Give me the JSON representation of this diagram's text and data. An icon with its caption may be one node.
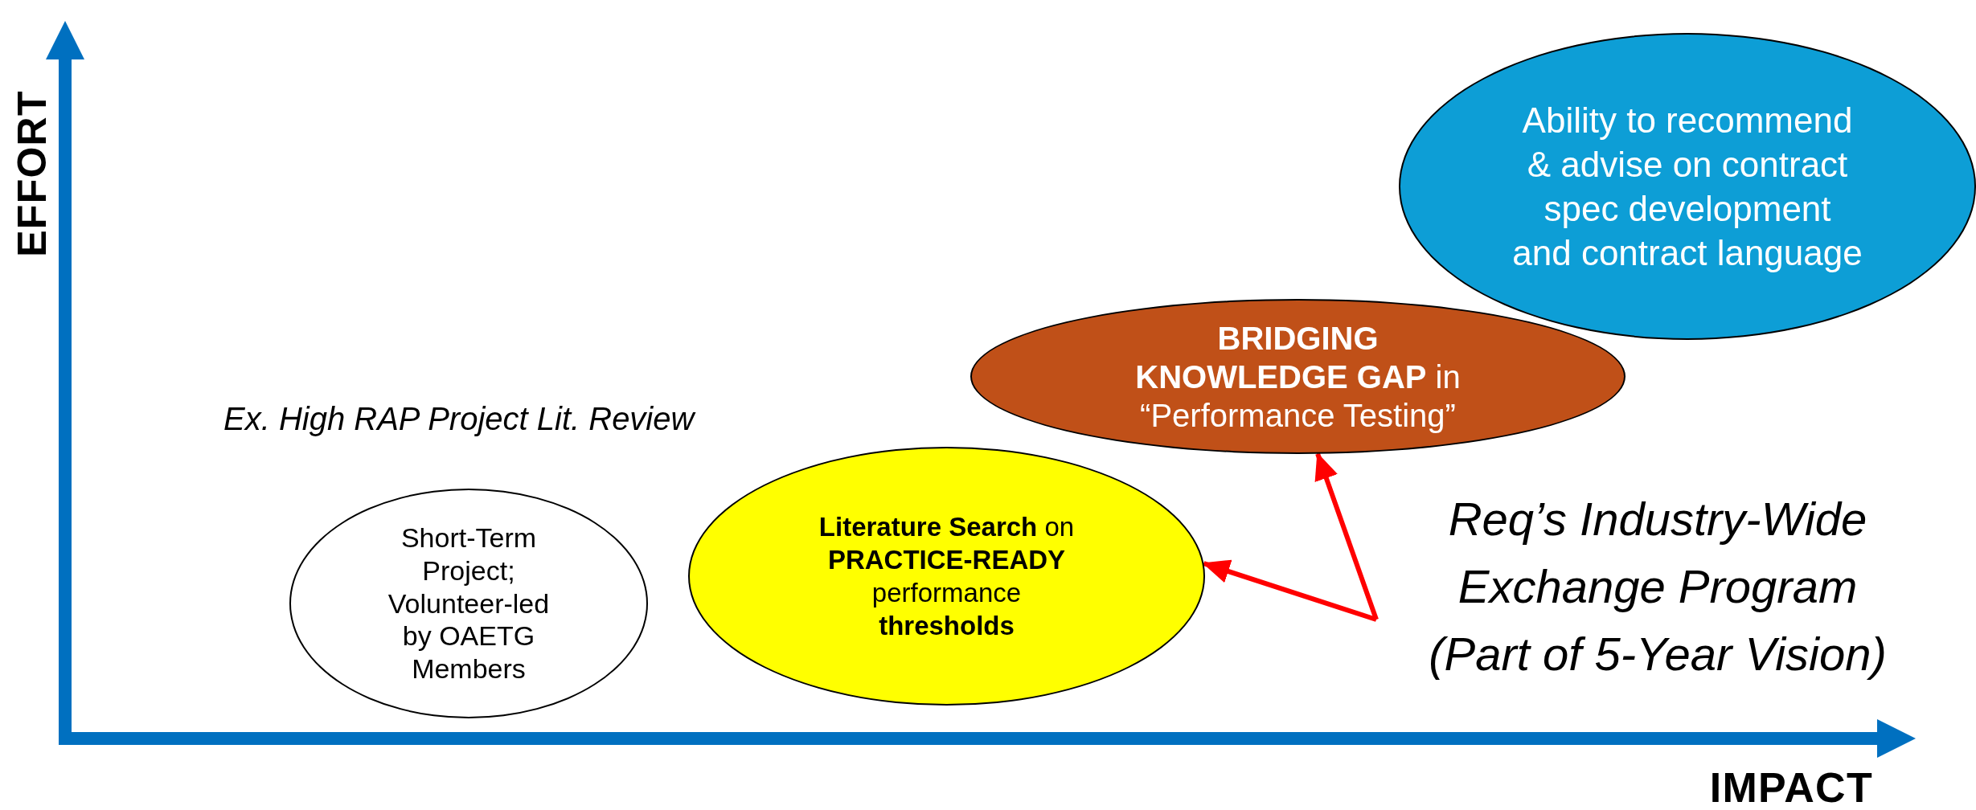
{
  "diagram": {
    "nodes": [
      {
        "text": [
          "Short-Term Project; Volunteer-led by OAETG Members"
        ]
      },
      {
        "text": [
          "**Literature Search** on **PRACTICE-READY** performance **thresholds**"
        ]
      },
      {
        "text": [
          "**BRIDGING KNOWLEDGE GAP** in “Performance Testing”"
        ]
      },
      {
        "text": [
          "Ability to recommend & advise on contract spec development and contract language"
        ]
      },
      {
        "text": [
          "Req’s Industry-Wide Exchange Program (Part of 5-Year Vision)"
        ]
      }
    ],
    "edges": [
      {
        "from": 4,
        "to": 1,
        "arrow": "to",
        "color": "#ff0000"
      },
      {
        "from": 4,
        "to": 2,
        "arrow": "to",
        "color": "#ff0000"
      }
    ],
    "labels": [
      "EFFORT",
      "Ex. High RAP Project Lit. Review",
      "IMPACT"
    ]
  }
}
